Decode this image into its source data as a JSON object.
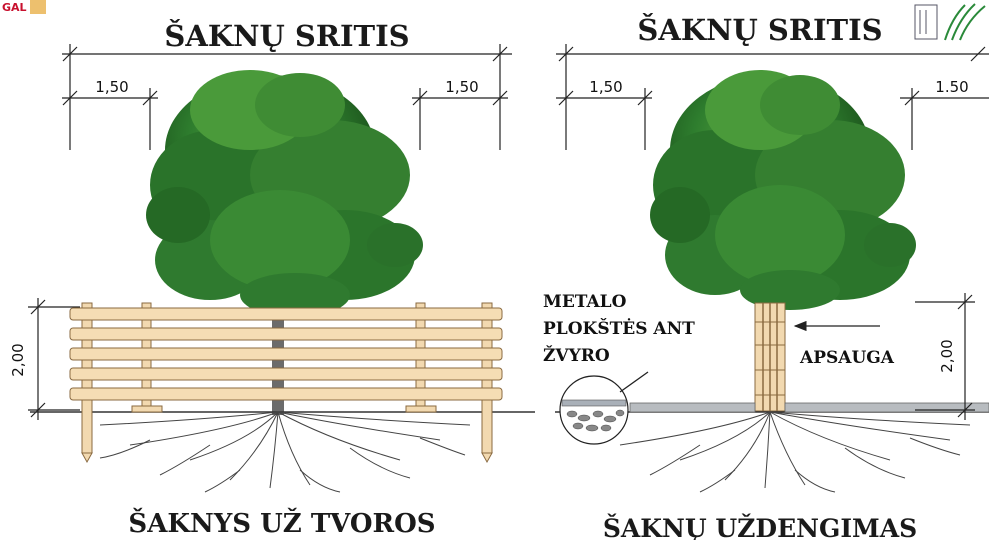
{
  "left_panel": {
    "title": "ŠAKNŲ SRITIS",
    "dim_left": "1,50",
    "dim_right": "1,50",
    "dim_height": "2,00",
    "caption": "ŠAKNYS UŽ TVOROS"
  },
  "right_panel": {
    "title": "ŠAKNŲ SRITIS",
    "dim_left": "1,50",
    "dim_right": "1.50",
    "dim_height": "2,00",
    "callout_line1": "METALO",
    "callout_line2": "PLOKŠTĖS ANT",
    "callout_line3": "ŽVYRO",
    "protection_label": "APSAUGA",
    "caption": "ŠAKNŲ UŽDENGIMAS"
  },
  "logos": {
    "left_text": "GAL",
    "left_color": "#c8102e",
    "right_icon": "pavilion-logo-icon"
  },
  "colors": {
    "foliage_dark": "#1f5a1f",
    "foliage_mid": "#2e7d2e",
    "foliage_light": "#4f9c3a",
    "fence_wood": "#f2d9b0",
    "fence_edge": "#8a6a40",
    "trunk": "#6b6b6b",
    "roots": "#444444"
  }
}
